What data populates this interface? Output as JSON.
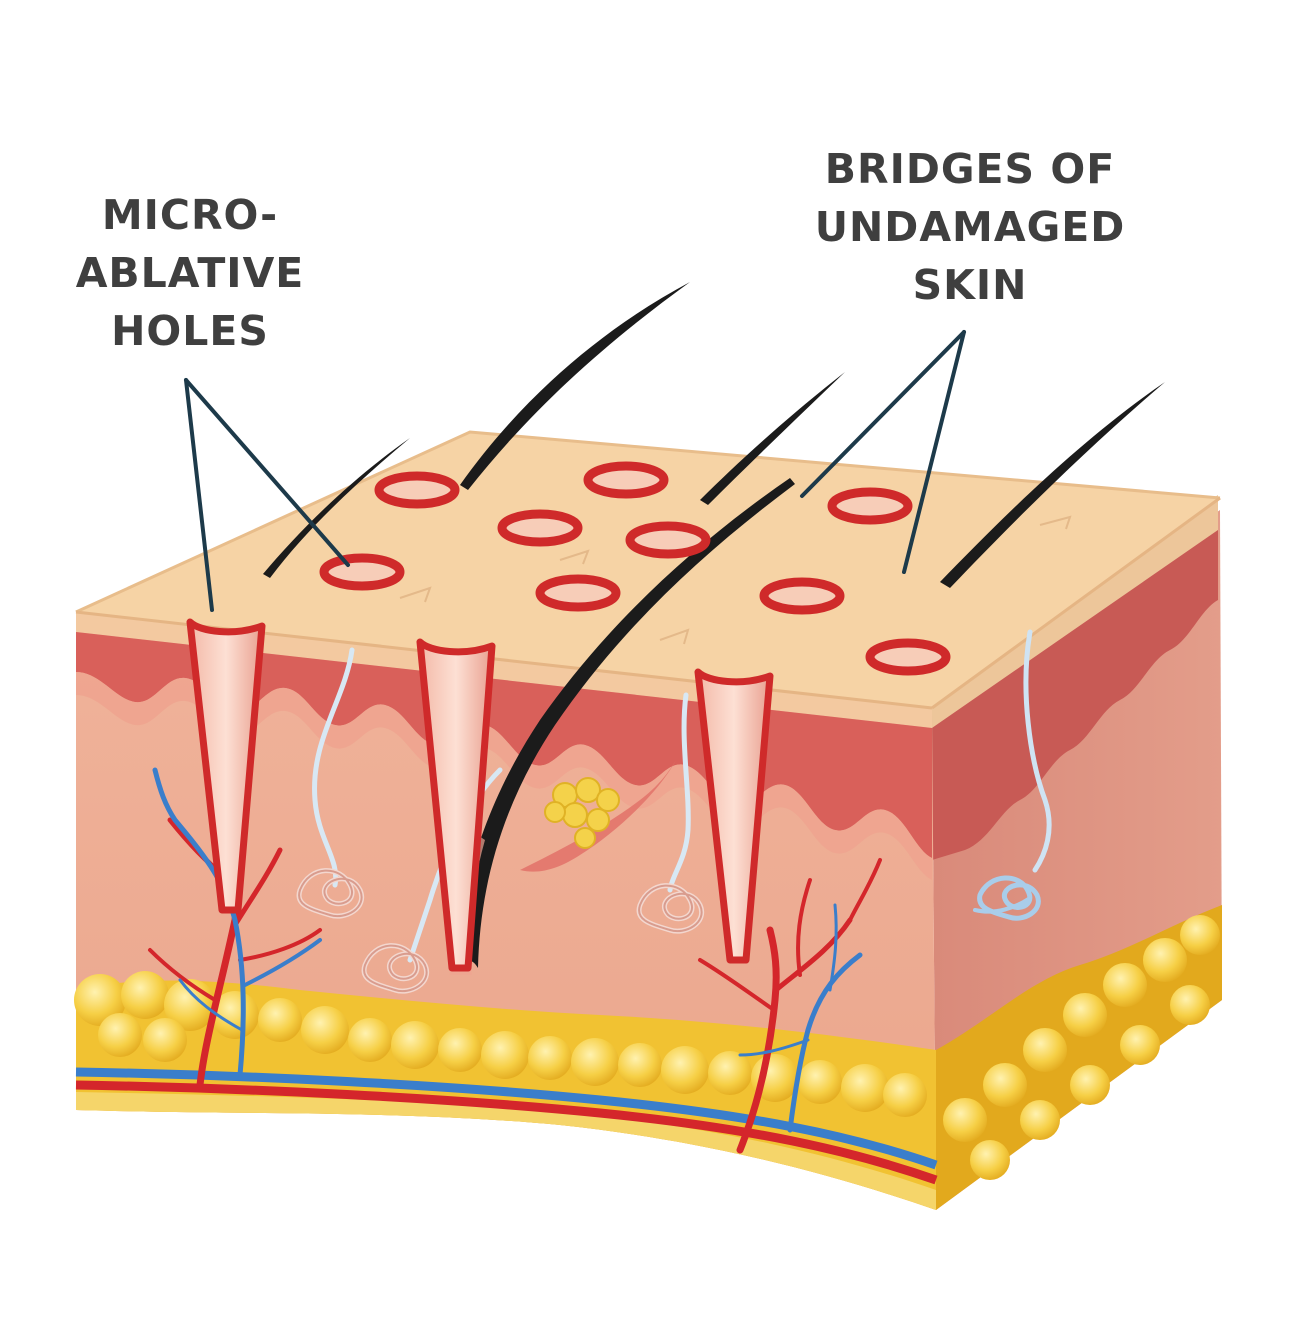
{
  "labels": {
    "micro_ablative_holes": [
      "MICRO-",
      "ABLATIVE",
      "HOLES"
    ],
    "bridges_of_undamaged_skin": [
      "BRIDGES OF",
      "UNDAMAGED",
      "SKIN"
    ]
  },
  "colors": {
    "epidermis_top": "#f5d2a4",
    "epidermis_front": "#f3c9a0",
    "red_layer": "#dc6a63",
    "dermis": "#eeac93",
    "dermis_side": "#d98c7c",
    "fat": "#f1c232",
    "fat_light": "#fbe38c",
    "artery": "#d4262b",
    "vein": "#3a7ecb",
    "hole_ring": "#cf2a2a",
    "hair": "#1b1b1b",
    "leader_line": "#1d3a4a",
    "label_text": "#3f3f3f"
  }
}
